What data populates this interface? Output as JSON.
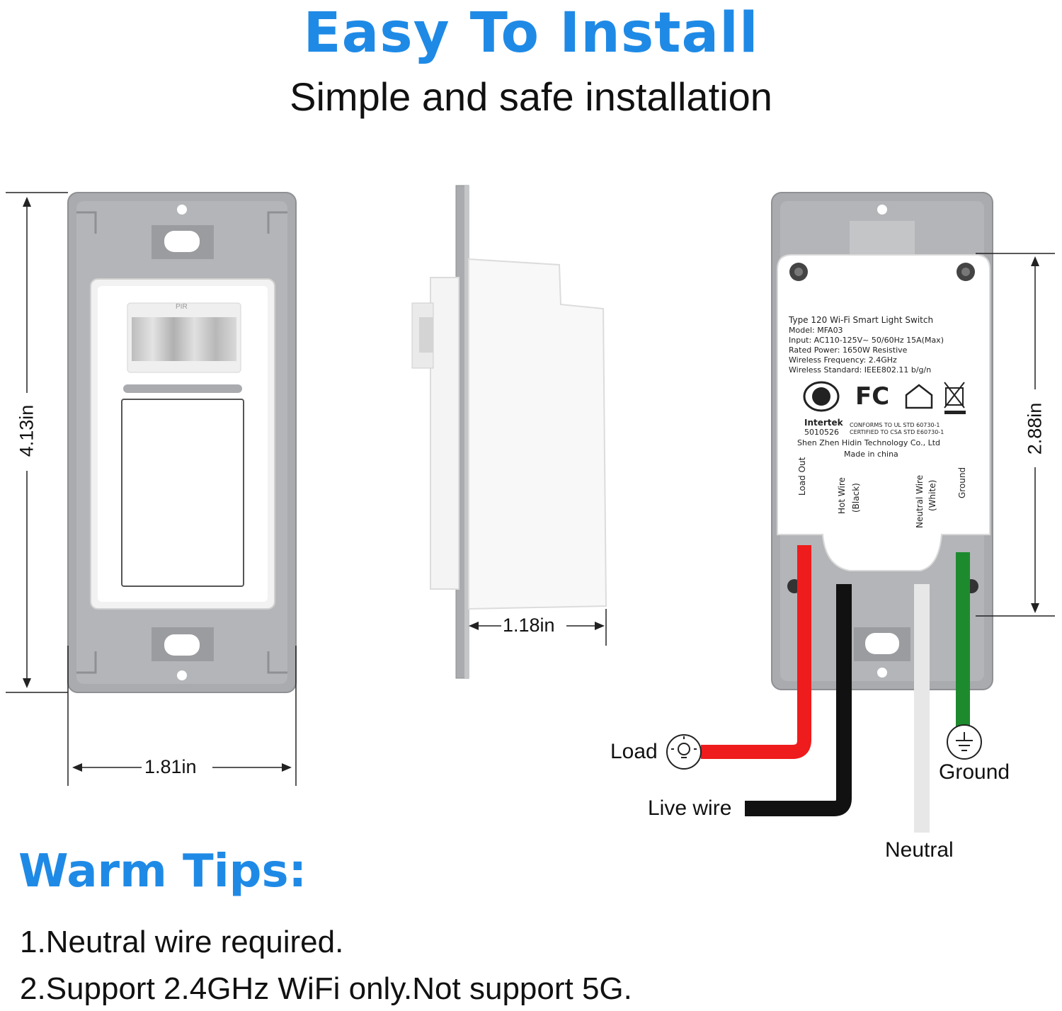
{
  "header": {
    "title": "Easy To Install",
    "subtitle": "Simple and safe installation"
  },
  "dimensions": {
    "height": "4.13in",
    "width": "1.81in",
    "depth": "1.18in",
    "box_height": "2.88in"
  },
  "front_view": {
    "sensor_label": "PIR"
  },
  "label_sticker": {
    "lines": [
      "Type 120 Wi-Fi Smart Light Switch",
      "Model: MFA03",
      "Input: AC110-125V~ 50/60Hz  15A(Max)",
      "Rated Power: 1650W      Resistive",
      "Wireless Frequency: 2.4GHz",
      "Wireless Standard: IEEE802.11 b/g/n"
    ],
    "cert_brand": "Intertek",
    "cert_number": "5010526",
    "conformity_1": "CONFORMS TO UL STD 60730-1",
    "conformity_2": "CERTIFIED TO CSA STD E60730-1",
    "manufacturer": "Shen Zhen Hidin Technology Co., Ltd",
    "origin": "Made in china",
    "fc_mark": "FC",
    "terminals": {
      "load_out": "Load Out",
      "hot_wire": "Hot  Wire",
      "hot_wire_color": "(Black)",
      "neutral_wire": "Neutral  Wire",
      "neutral_wire_color": "(White)",
      "ground": "Ground"
    }
  },
  "wires": {
    "load": "Load",
    "live": "Live wire",
    "neutral": "Neutral",
    "ground": "Ground"
  },
  "colors": {
    "accent_blue": "#1f8ae6",
    "wire_red": "#ee1c1c",
    "wire_black": "#111111",
    "wire_white": "#f4f4f4",
    "wire_green": "#1d8a2e",
    "plate_gray": "#a9abae"
  },
  "tips": {
    "heading": "Warm Tips:",
    "items": [
      "1.Neutral wire required.",
      "2.Support 2.4GHz WiFi only.Not support 5G."
    ]
  }
}
